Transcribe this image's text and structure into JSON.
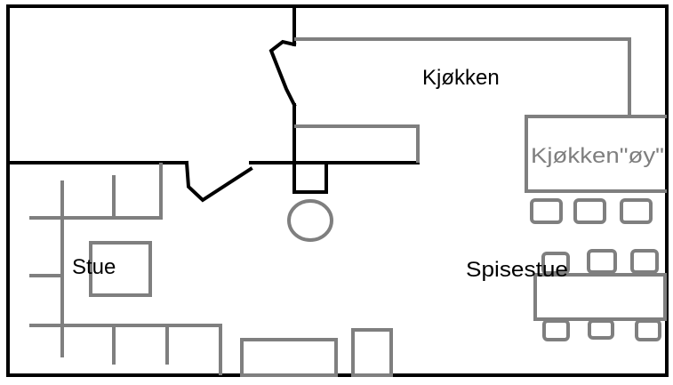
{
  "labels": {
    "kitchen": "Kjøkken",
    "kitchen_island": "Kjøkken\"øy\"",
    "living_room": "Stue",
    "dining_room": "Spisestue"
  },
  "colors": {
    "wall": "#000000",
    "furniture": "#7f7f7f",
    "background": "#ffffff"
  }
}
